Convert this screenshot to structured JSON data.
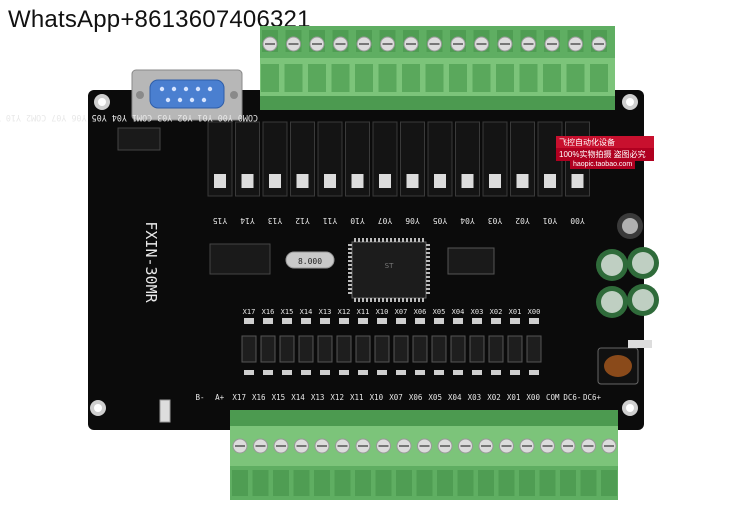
{
  "watermark": "WhatsApp+8613607406321",
  "board": {
    "model": "FXIN-30MR",
    "crystal": "8.000",
    "stamp": {
      "line1": "飞控自动化设备",
      "line2": "100%实物拍摄 盗图必究",
      "line3": "haopic.taobao.com"
    },
    "top_terminals": "COM0 Y00 Y01 Y02 Y03 COM1 Y04 Y05 Y06 Y07 COM2 Y10 Y11 Y12 Y13 COM3 Y14 Y15",
    "output_labels": [
      "Y15",
      "Y14",
      "Y13",
      "Y12",
      "Y11",
      "Y10",
      "Y07",
      "Y06",
      "Y05",
      "Y04",
      "Y03",
      "Y02",
      "Y01",
      "Y00"
    ],
    "bottom_terminals": [
      "B-",
      "A+",
      "X17",
      "X16",
      "X15",
      "X14",
      "X13",
      "X12",
      "X11",
      "X10",
      "X07",
      "X06",
      "X05",
      "X04",
      "X03",
      "X02",
      "X01",
      "X00",
      "COM",
      "DC6-",
      "DC6+"
    ],
    "input_labels": [
      "X17",
      "X16",
      "X15",
      "X14",
      "X13",
      "X12",
      "X11",
      "X10",
      "X07",
      "X06",
      "X05",
      "X04",
      "X03",
      "X02",
      "X01",
      "X00"
    ]
  }
}
